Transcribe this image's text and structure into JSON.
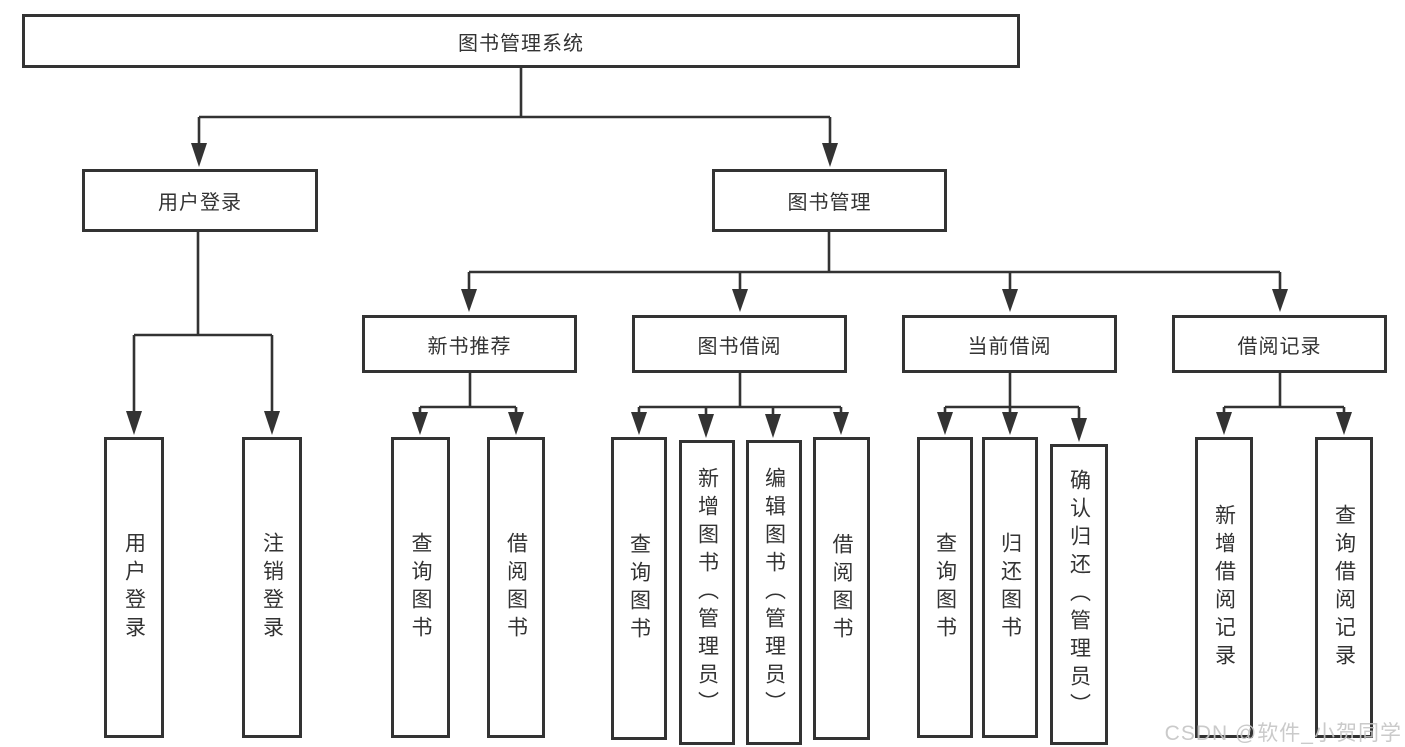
{
  "colors": {
    "line": "#333333",
    "text": "#333333",
    "bg": "#ffffff",
    "watermark": "#c6c6c6"
  },
  "watermark": "CSDN @软件_小贺同学",
  "diagram": {
    "type": "tree",
    "root": {
      "label": "图书管理系统",
      "children": [
        {
          "label": "用户登录",
          "children": [
            {
              "label": "用户登录"
            },
            {
              "label": "注销登录"
            }
          ]
        },
        {
          "label": "图书管理",
          "children": [
            {
              "label": "新书推荐",
              "children": [
                {
                  "label": "查询图书"
                },
                {
                  "label": "借阅图书"
                }
              ]
            },
            {
              "label": "图书借阅",
              "children": [
                {
                  "label": "查询图书"
                },
                {
                  "label": "新增图书（管理员）"
                },
                {
                  "label": "编辑图书（管理员）"
                },
                {
                  "label": "借阅图书"
                }
              ]
            },
            {
              "label": "当前借阅",
              "children": [
                {
                  "label": "查询图书"
                },
                {
                  "label": "归还图书"
                },
                {
                  "label": "确认归还（管理员）"
                }
              ]
            },
            {
              "label": "借阅记录",
              "children": [
                {
                  "label": "新增借阅记录"
                },
                {
                  "label": "查询借阅记录"
                }
              ]
            }
          ]
        }
      ]
    }
  }
}
